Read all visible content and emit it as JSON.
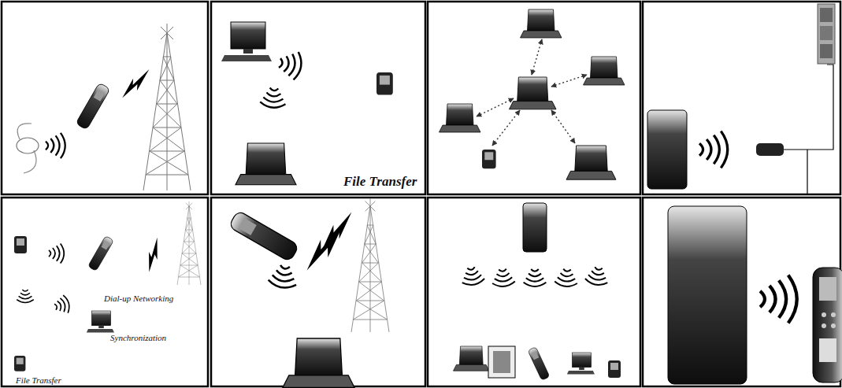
{
  "diagram": {
    "labels": [
      "File Transfer",
      "Dial-up Networking",
      "Synchronization",
      "File Transfer"
    ]
  }
}
